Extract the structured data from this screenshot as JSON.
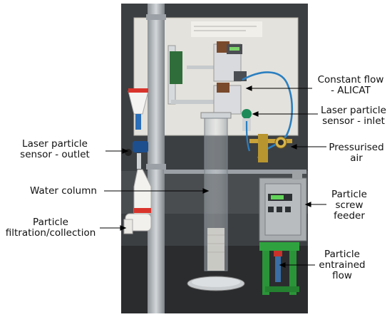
{
  "labels": {
    "constant_flow": [
      "Constant flow",
      "- ALICAT"
    ],
    "sensor_inlet": [
      "Laser particle",
      "sensor - inlet"
    ],
    "sensor_outlet": [
      "Laser particle",
      "sensor - outlet"
    ],
    "pressurised_air": [
      "Pressurised",
      "air"
    ],
    "water_column": [
      "Water column"
    ],
    "screw_feeder": [
      "Particle",
      "screw",
      "feeder"
    ],
    "filtration": [
      "Particle",
      "filtration/collection"
    ],
    "entrained_flow": [
      "Particle",
      "entrained",
      "flow"
    ]
  },
  "colors": {
    "background_wall": "#3c3f42",
    "board": "#e4e2dc",
    "steel": "#b9bec2",
    "green_stand": "#2fa23f",
    "feeder_box": "#a9adb0",
    "tube_blue": "#2b7fc0",
    "arrow": "#000000"
  }
}
